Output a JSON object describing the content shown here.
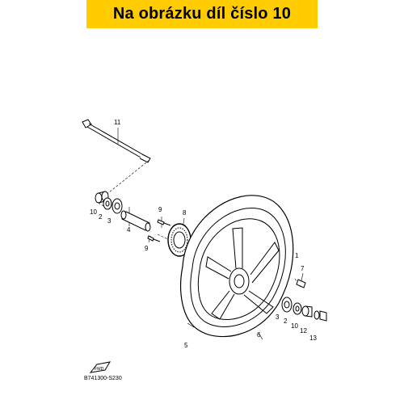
{
  "banner": {
    "text": "Na obrázku díl číslo 10",
    "color": "#ffcc00"
  },
  "diagram": {
    "labels": {
      "p1": "1",
      "p2a": "2",
      "p2b": "2",
      "p3a": "3",
      "p3b": "3",
      "p4": "4",
      "p5": "5",
      "p6": "6",
      "p7": "7",
      "p8": "8",
      "p9a": "9",
      "p9b": "9",
      "p10a": "10",
      "p10b": "10",
      "p11": "11",
      "p12": "12",
      "p13": "13"
    },
    "fwd_marker": "FWD",
    "reference": "B741300-S230"
  }
}
